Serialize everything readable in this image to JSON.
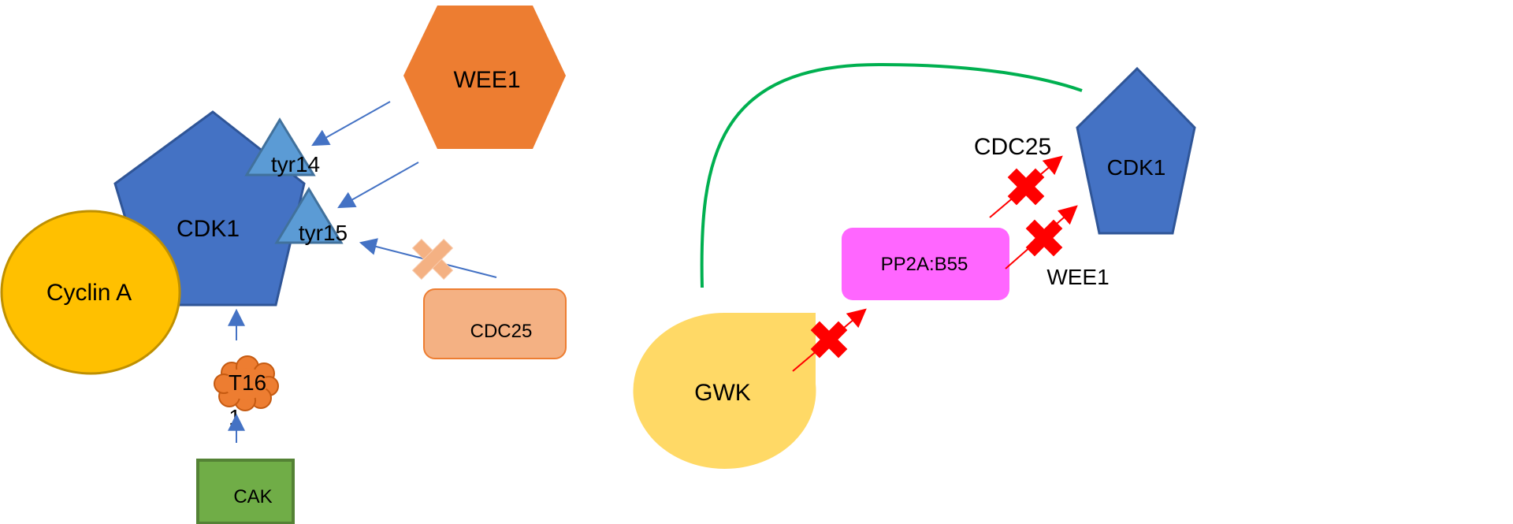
{
  "colors": {
    "cdk1_blue": "#4472C4",
    "cdk1_border": "#2F5597",
    "tyr_blue": "#5B9BD5",
    "wee1_orange": "#ED7D31",
    "cyclin_gold": "#FFC000",
    "cyclin_border": "#BF9000",
    "cak_green": "#70AD47",
    "cak_border": "#548235",
    "cdc25_peach": "#F4B183",
    "gwk_yellow": "#FFD966",
    "pp2a_magenta": "#FF66FF",
    "inhibit_red": "#FF0000",
    "arrow_blue": "#4472C4",
    "feedback_green": "#00B050"
  },
  "left_panel": {
    "cdk1_label": "CDK1",
    "cyclin_label": "Cyclin A",
    "wee1_label": "WEE1",
    "tyr14_label": "tyr14",
    "tyr15_label": "tyr15",
    "cdc25_label": "CDC25",
    "t161_label_line1": "T16",
    "t161_label_line2": "1",
    "cak_label": "CAK"
  },
  "right_panel": {
    "gwk_label": "GWK",
    "pp2a_label": "PP2A:B55",
    "cdc25_label": "CDC25",
    "wee1_label": "WEE1",
    "cdk1_label": "CDK1"
  }
}
